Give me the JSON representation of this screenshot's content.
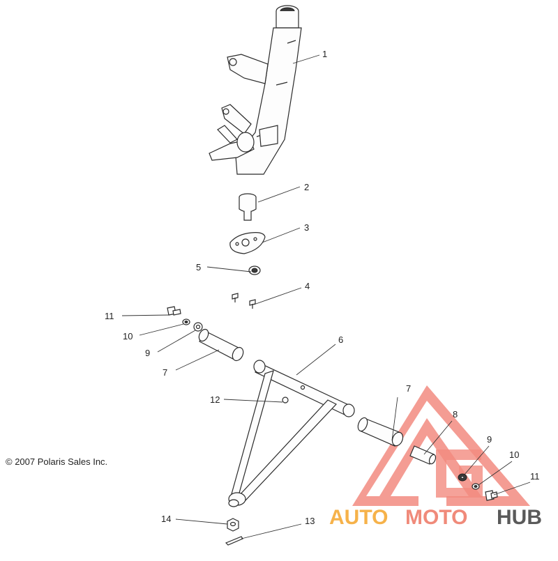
{
  "callouts": [
    "1",
    "2",
    "3",
    "5",
    "4",
    "11",
    "10",
    "9",
    "7",
    "6",
    "12",
    "7",
    "8",
    "9",
    "10",
    "11",
    "14",
    "13"
  ],
  "copyright": "© 2007 Polaris Sales Inc.",
  "watermark": {
    "part1": "AUTO",
    "part2": "MOTO",
    "part3": "HUB"
  },
  "colors": {
    "watermark_triangle": "#f28b80",
    "watermark_auto": "#f6b24a",
    "watermark_hub": "#5a5a5a"
  }
}
